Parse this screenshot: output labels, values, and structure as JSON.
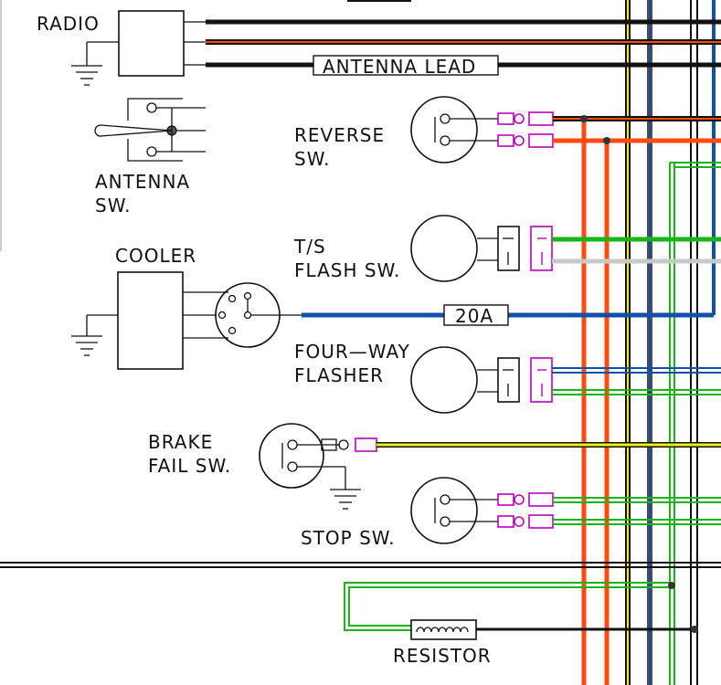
{
  "labels": {
    "radio": "RADIO",
    "antenna_lead": "ANTENNA LEAD",
    "antenna_sw_line1": "ANTENNA",
    "antenna_sw_line2": "SW.",
    "reverse_sw_line1": "REVERSE",
    "reverse_sw_line2": "SW.",
    "ts_flash_line1": "T/S",
    "ts_flash_line2": "FLASH SW.",
    "cooler": "COOLER",
    "fuse": "20A",
    "four_way_line1": "FOUR—WAY",
    "four_way_line2": "FLASHER",
    "brake_fail_line1": "BRAKE",
    "brake_fail_line2": "FAIL SW.",
    "stop_sw": "STOP SW.",
    "resistor": "RESISTOR"
  },
  "colors": {
    "black": "#111111",
    "orange": "#ff4a10",
    "blue": "#1050a8",
    "green": "#18b418",
    "light_gray": "#c8c8c8",
    "yellow": "#f0f018",
    "magenta": "#c000c0",
    "brown_red": "#b04020"
  },
  "icons": [
    "ground-icon",
    "antenna-switch-icon",
    "resistor-coil-icon",
    "connector-icon",
    "switch-circle-icon"
  ]
}
